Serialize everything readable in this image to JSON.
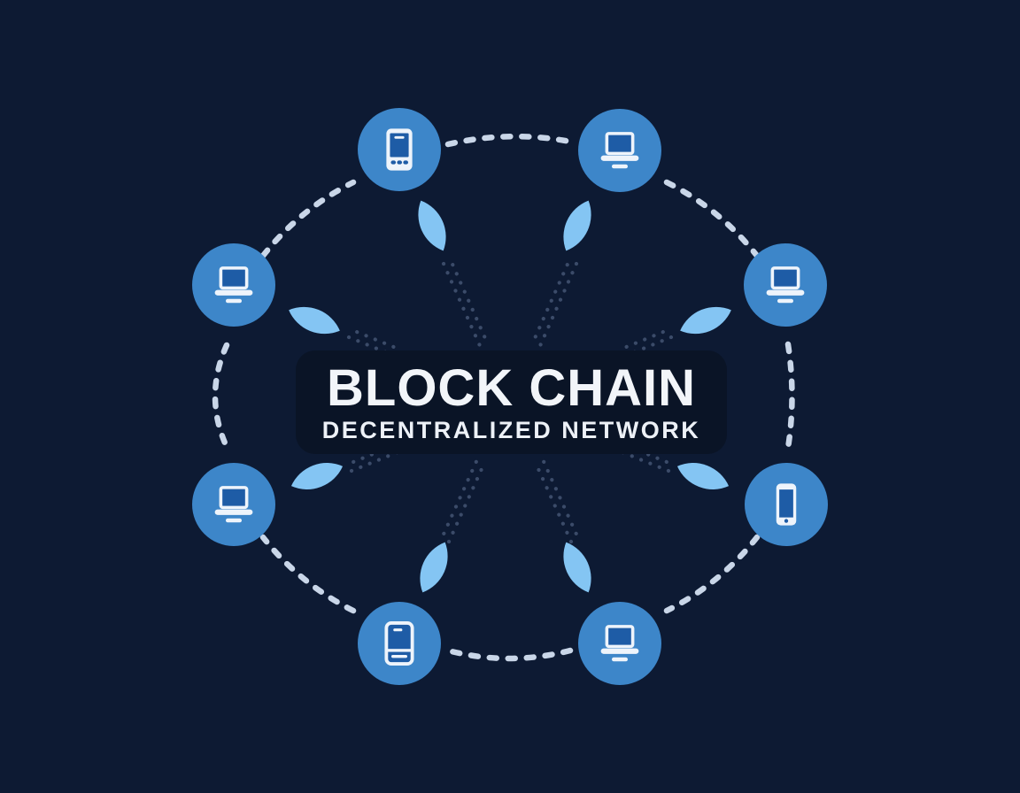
{
  "title": "BLOCK CHAIN",
  "subtitle": "DECENTRALIZED NETWORK",
  "diagram": {
    "type": "decentralized-network-ring",
    "node_count": 8,
    "nodes": [
      {
        "position": "top-left",
        "icon": "smartphone-buttons-icon"
      },
      {
        "position": "top-right",
        "icon": "laptop-icon"
      },
      {
        "position": "right-upper",
        "icon": "laptop-icon"
      },
      {
        "position": "right-lower",
        "icon": "smartphone-icon"
      },
      {
        "position": "bottom-right",
        "icon": "laptop-icon"
      },
      {
        "position": "bottom-left",
        "icon": "tablet-icon"
      },
      {
        "position": "left-lower",
        "icon": "laptop-icon"
      },
      {
        "position": "left-upper",
        "icon": "laptop-icon"
      }
    ],
    "connections": "dashed arcs between adjacent nodes; dotted trails and leaf arrows pointing from each node toward center panel"
  },
  "colors": {
    "background": "#0d1a33",
    "panel": "#0a1426",
    "node_circle": "#3d86c9",
    "icon_screen": "#1e5ca6",
    "icon_stroke": "#eef4fb",
    "dash_line": "#c9d6e8",
    "dot_trail": "#40516f",
    "leaf_arrow": "#84c5f3",
    "text": "#f2f5f9"
  }
}
